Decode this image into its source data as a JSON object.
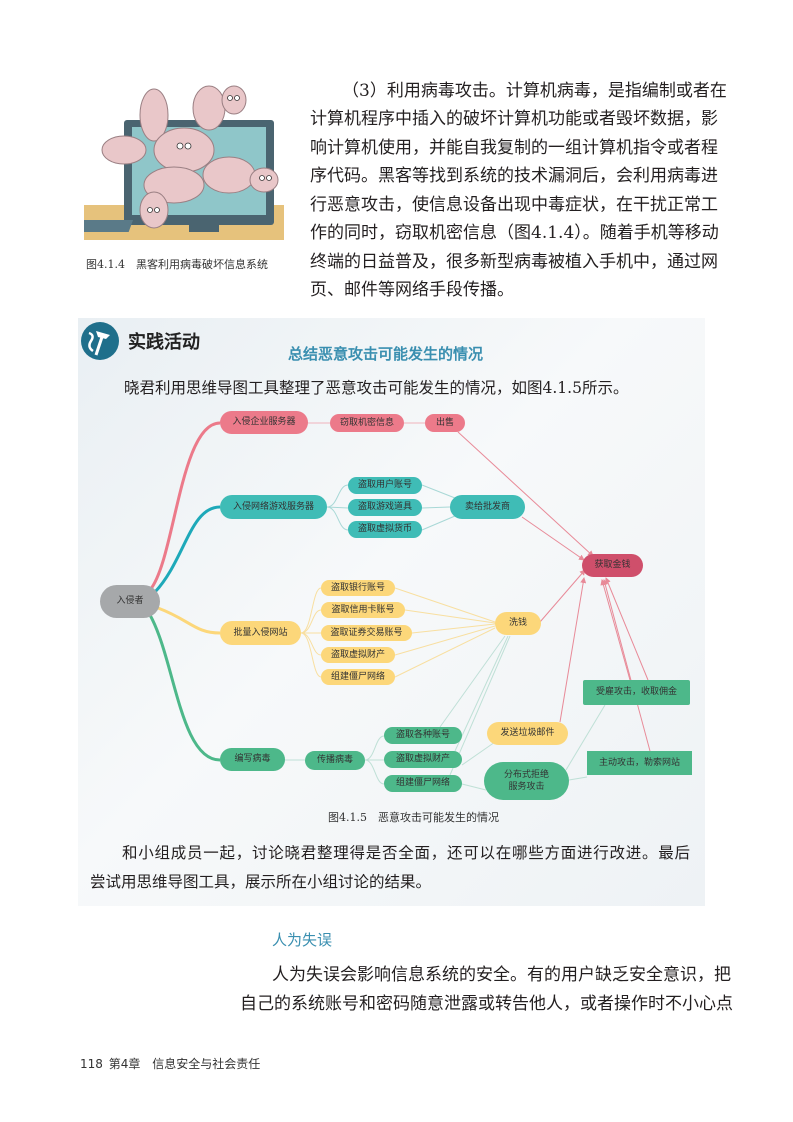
{
  "figure_414": {
    "caption": "图4.1.4　黑客利用病毒破坏信息系统"
  },
  "paragraph_virus": {
    "lines": [
      "（3）利用病毒攻击。计算机病毒，是指编制或者在",
      "计算机程序中插入的破坏计算机功能或者毁坏数据，影",
      "响计算机使用，并能自我复制的一组计算机指令或者程",
      "序代码。黑客等找到系统的技术漏洞后，会利用病毒进",
      "行恶意攻击，使信息设备出现中毒症状，在干扰正常工",
      "作的同时，窃取机密信息（图4.1.4）。随着手机等移动",
      "终端的日益普及，很多新型病毒被植入手机中，通过网",
      "页、邮件等网络手段传播。"
    ]
  },
  "activity": {
    "label": "实践活动",
    "title": "总结恶意攻击可能发生的情况",
    "intro": "晓君利用思维导图工具整理了恶意攻击可能发生的情况，如图4.1.5所示。",
    "mindmap": {
      "root": "入侵者",
      "branch1": "入侵企业服务器",
      "branch1_a": "窃取机密信息",
      "branch1_b": "出售",
      "branch2": "入侵网络游戏服务器",
      "branch2_leaves": [
        "盗取用户账号",
        "盗取游戏道具",
        "盗取虚拟货币"
      ],
      "branch2_out": "卖给批发商",
      "branch3": "批量入侵网站",
      "branch3_leaves": [
        "盗取银行账号",
        "盗取信用卡账号",
        "盗取证券交易账号",
        "盗取虚拟财产",
        "组建僵尸网络"
      ],
      "branch3_out": "洗钱",
      "branch4": "编写病毒",
      "branch4_a": "传播病毒",
      "branch4_leaves": [
        "盗取各种账号",
        "盗取虚拟财产",
        "组建僵尸网络"
      ],
      "spam": "发送垃圾邮件",
      "ddos": "分布式拒绝\n服务攻击",
      "hired": "受雇攻击，收取佣金",
      "extort": "主动攻击，勒索网站",
      "goal": "获取金钱"
    },
    "caption": "图4.1.5　恶意攻击可能发生的情况",
    "discussion_lines": [
      "和小组成员一起，讨论晓君整理得是否全面，还可以在哪些方面进行改进。最后",
      "尝试用思维导图工具，展示所在小组讨论的结果。"
    ]
  },
  "human_error": {
    "heading": "人为失误",
    "lines": [
      "人为失误会影响信息系统的安全。有的用户缺乏安全意识，把",
      "自己的系统账号和密码随意泄露或转告他人，或者操作时不小心点"
    ]
  },
  "footer": {
    "page_number": "118",
    "chapter": "第4章",
    "chapter_title": "信息安全与社会责任"
  },
  "colors": {
    "accent": "#3a8fb0",
    "pink": "#ec7a8a",
    "teal": "#3fbcb6",
    "yellow": "#fcd77a",
    "green": "#4db88a",
    "goal": "#cf4f6b"
  }
}
